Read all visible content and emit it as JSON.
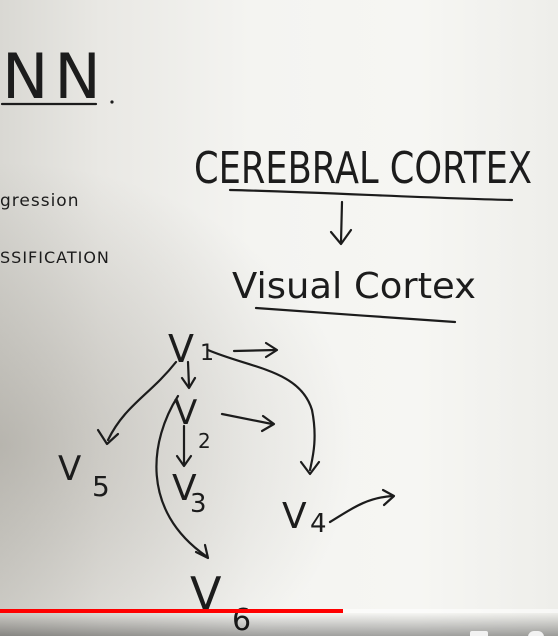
{
  "whiteboard": {
    "heading": "NN",
    "left_items": [
      "gression",
      "SSIFICATION"
    ],
    "title": "CEREBRAL CORTEX",
    "subtitle": "Visual Cortex",
    "nodes": {
      "v1": "V",
      "v1_sub": "1",
      "v2": "V",
      "v2_sub": "2",
      "v3": "V",
      "v3_sub": "3",
      "v4": "V",
      "v4_sub": "4",
      "v5": "V",
      "v5_sub": "5",
      "v6": "V",
      "v6_sub": "6"
    }
  },
  "player": {
    "progress": 0.615,
    "progress_color": "#ff0000",
    "icons": [
      "subtitles-icon",
      "settings-icon"
    ]
  }
}
